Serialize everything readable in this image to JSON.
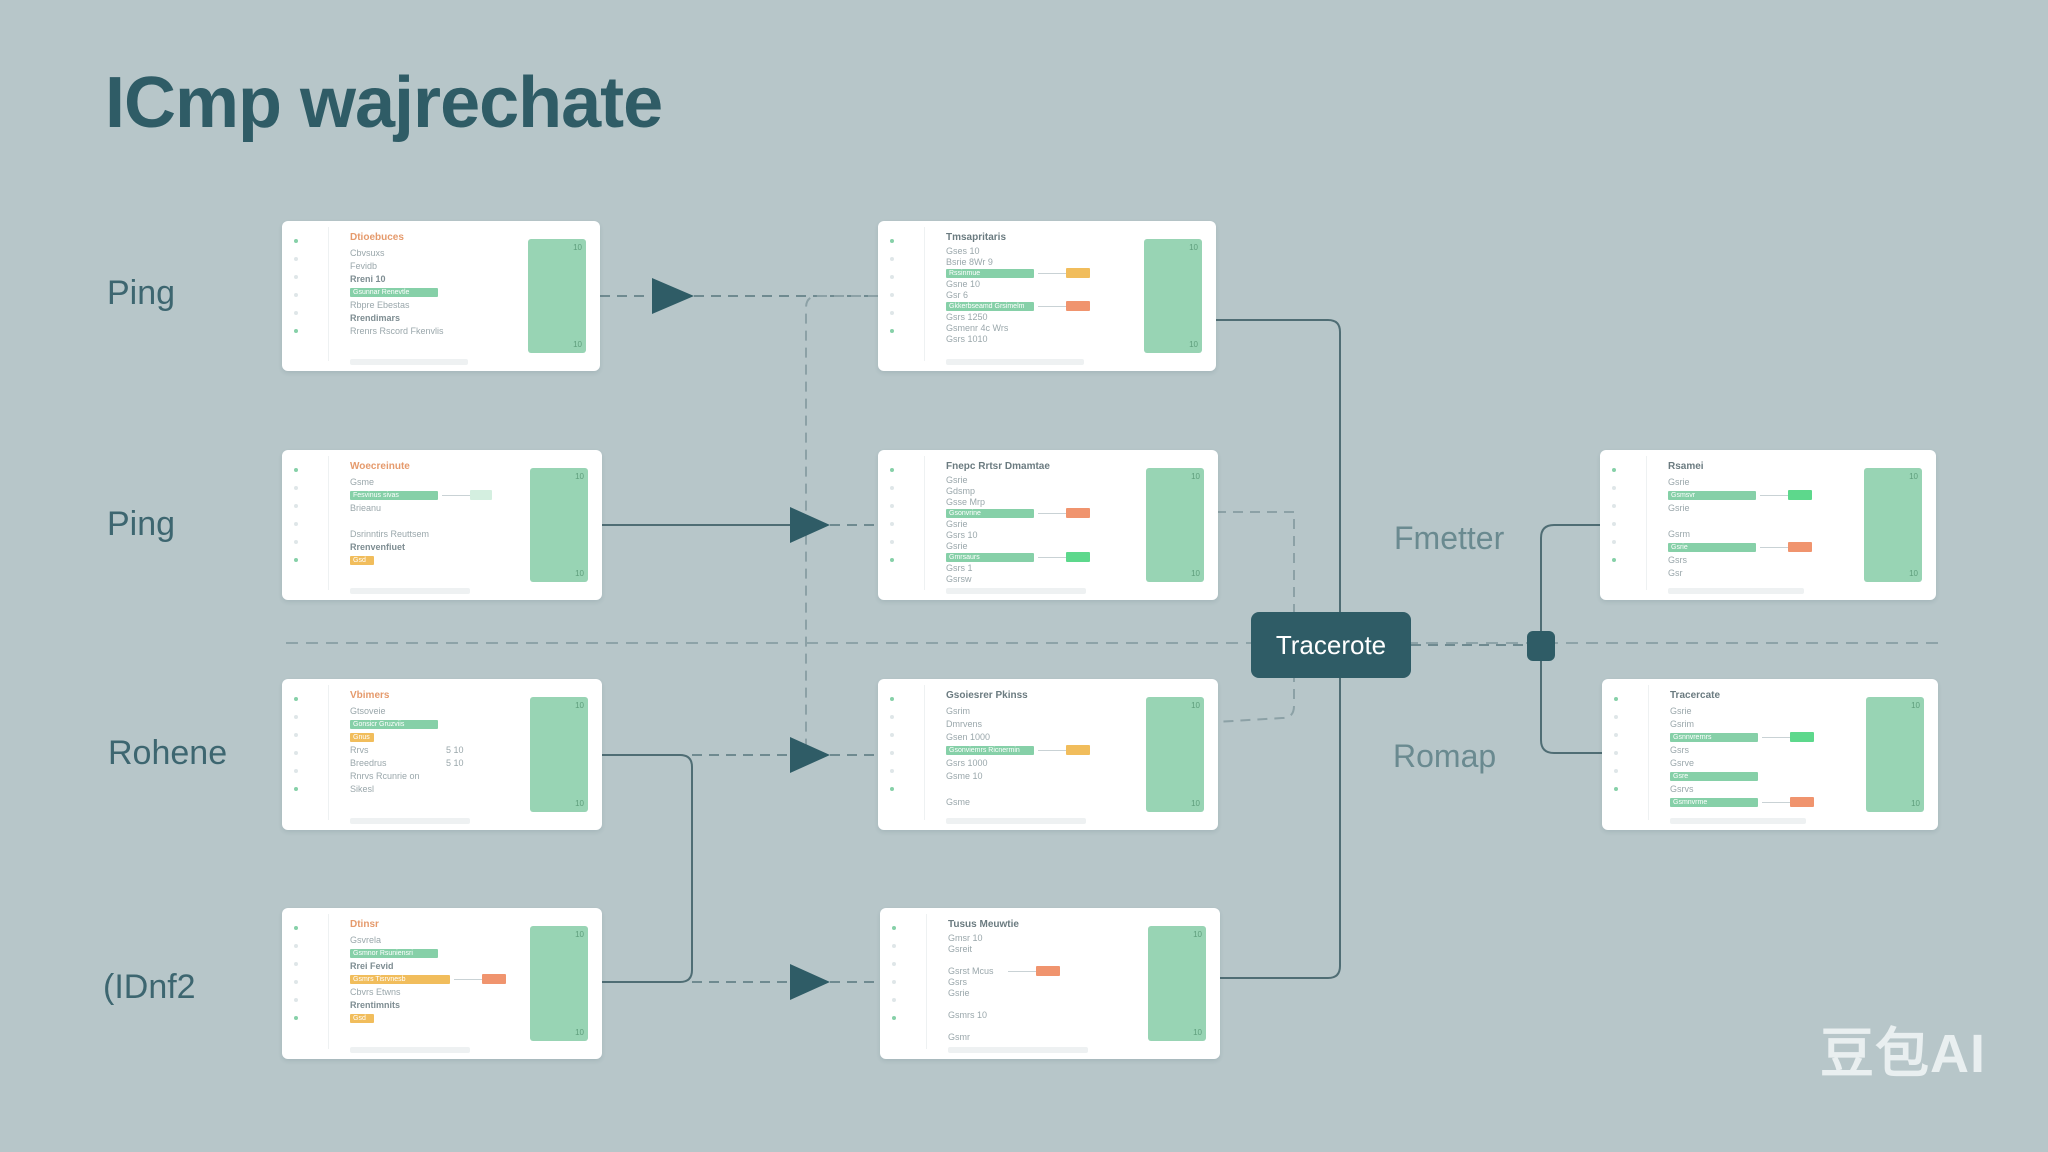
{
  "title": "ICmp wajrechate",
  "row_labels": [
    "Ping",
    "Ping",
    "Rohene",
    "(IDnf2"
  ],
  "right_labels": [
    "Fmetter",
    "Romap"
  ],
  "hub_label": "Tracerote",
  "watermark": "豆包AI",
  "colors": {
    "background": "#b7c6c9",
    "accent_dark": "#2f5c66",
    "green": "#98d4b4",
    "bar_green": "#86d0a8",
    "orange": "#f0946e",
    "yellow": "#f1bd5c",
    "bright_green": "#5dd88c",
    "label_orange": "#e59a6c"
  },
  "gauge_top": "10",
  "gauge_bottom": "10",
  "cards": {
    "l1": {
      "head": "Dtioebuces",
      "lines": [
        {
          "text": "Cbvsuxs",
          "bar": null
        },
        {
          "text": "Fevidb",
          "bar": null
        },
        {
          "text": "Rreni 10",
          "strong": true,
          "bar": null
        },
        {
          "text": "",
          "bar": "green",
          "bar_text": "Gsunnar Renevtle"
        },
        {
          "text": "Rbpre Ebestas",
          "bar": null
        },
        {
          "text": "Rrendimars",
          "strong": true,
          "bar": null
        },
        {
          "text": "Rrenrs Rscord Fkenvlis",
          "bar": null
        }
      ]
    },
    "l2": {
      "head": "Woecreinute",
      "lines": [
        {
          "text": "Gsme",
          "bar": null
        },
        {
          "text": "",
          "bar": "green",
          "bar_text": "Fesvinus sivas",
          "tail": "light"
        },
        {
          "text": "Brieanu",
          "bar": null
        },
        {
          "text": "",
          "bar": null
        },
        {
          "text": "Dsrinntirs Reuttsem",
          "bar": null
        },
        {
          "text": "Rrenvenfiuet",
          "strong": true,
          "bar": null
        },
        {
          "text": "",
          "bar": "yellow",
          "bar_text": "Gsd"
        }
      ]
    },
    "l3": {
      "head": "Vbimers",
      "lines": [
        {
          "text": "Gtsoveie",
          "bar": null
        },
        {
          "text": "",
          "bar": "green",
          "bar_text": "Gonsicr Gruzviis"
        },
        {
          "text": "",
          "bar": "yellow",
          "bar_text": "Gnus"
        },
        {
          "text": "Rrvs",
          "bar": null,
          "note": "5 10"
        },
        {
          "text": "Breedrus",
          "bar": null,
          "note": "5 10"
        },
        {
          "text": "Rnrvs Rcunrie on",
          "bar": null
        },
        {
          "text": "Sikesl",
          "bar": null
        }
      ]
    },
    "l4": {
      "head": "Dtinsr",
      "lines": [
        {
          "text": "Gsvrela",
          "bar": null
        },
        {
          "text": "",
          "bar": "green",
          "bar_text": "Gsmnor Rsuniensri"
        },
        {
          "text": "Rrei Fevid",
          "strong": true,
          "bar": null
        },
        {
          "text": "",
          "bar": "yellow",
          "bar_text": "Gsmrs Tisrvnesb",
          "tail": "orange"
        },
        {
          "text": "Cbvrs Etwns",
          "bar": null
        },
        {
          "text": "Rrentimnits",
          "strong": true,
          "bar": null
        },
        {
          "text": "",
          "bar": "yellow",
          "bar_text": "Gsd"
        }
      ]
    },
    "m1": {
      "head": "Tmsapritaris",
      "head_dark": true,
      "lines": [
        {
          "text": "Gses 10",
          "bar": null
        },
        {
          "text": "Bsrie 8Wr 9",
          "bar": null
        },
        {
          "text": "",
          "bar": "green",
          "bar_text": "Rssinmue",
          "tail": "yellow"
        },
        {
          "text": "Gsne 10",
          "bar": null
        },
        {
          "text": "Gsr 6",
          "bar": null
        },
        {
          "text": "",
          "bar": "green",
          "bar_text": "Gkkerbseamd Grsimelm",
          "tail": "orange"
        },
        {
          "text": "Gsrs 1250",
          "bar": null
        },
        {
          "text": "Gsmenr 4c Wrs",
          "bar": null
        },
        {
          "text": "Gsrs 1010",
          "bar": null
        }
      ]
    },
    "m2": {
      "head": "Fnepc Rrtsr Dmamtae",
      "head_dark": true,
      "lines": [
        {
          "text": "Gsrie",
          "bar": null
        },
        {
          "text": "Gdsmp",
          "bar": null
        },
        {
          "text": "Gsse Mrp",
          "bar": null
        },
        {
          "text": "",
          "bar": "green",
          "bar_text": "Gsonvrine",
          "tail": "orange"
        },
        {
          "text": "Gsrie",
          "bar": null
        },
        {
          "text": "Gsrs 10",
          "bar": null
        },
        {
          "text": "Gsrie",
          "bar": null
        },
        {
          "text": "",
          "bar": "green",
          "bar_text": "Gmrsaurs",
          "tail": "green2"
        },
        {
          "text": "Gsrs 1",
          "bar": null
        },
        {
          "text": "Gsrsw",
          "bar": null
        }
      ]
    },
    "m3": {
      "head": "Gsoiesrer Pkinss",
      "head_dark": true,
      "lines": [
        {
          "text": "Gsrim",
          "bar": null
        },
        {
          "text": "Dmrvens",
          "bar": null
        },
        {
          "text": "Gsen 1000",
          "bar": null
        },
        {
          "text": "",
          "bar": "green",
          "bar_text": "Gsonviemrs Ricnermin",
          "tail": "yellow"
        },
        {
          "text": "Gsrs 1000",
          "bar": null
        },
        {
          "text": "Gsme 10",
          "bar": null
        },
        {
          "text": "",
          "bar": null
        },
        {
          "text": "Gsme",
          "bar": null
        }
      ]
    },
    "m4": {
      "head": "Tusus Meuwtie",
      "head_dark": true,
      "lines": [
        {
          "text": "Gmsr 10",
          "bar": null
        },
        {
          "text": "Gsreit",
          "bar": null
        },
        {
          "text": "",
          "bar": null
        },
        {
          "text": "Gsrst Mcus",
          "bar": null,
          "tail": "orange"
        },
        {
          "text": "Gsrs",
          "bar": null
        },
        {
          "text": "Gsrie",
          "bar": null
        },
        {
          "text": "",
          "bar": null
        },
        {
          "text": "Gsmrs 10",
          "bar": null
        },
        {
          "text": "",
          "bar": null
        },
        {
          "text": "Gsmr",
          "bar": null
        }
      ]
    },
    "r1": {
      "head": "Rsamei",
      "head_dark": true,
      "lines": [
        {
          "text": "Gsrie",
          "bar": null
        },
        {
          "text": "",
          "bar": "green",
          "bar_text": "Gsmsvr",
          "tail": "green2"
        },
        {
          "text": "Gsrie",
          "bar": null
        },
        {
          "text": "",
          "bar": null
        },
        {
          "text": "Gsrm",
          "bar": null
        },
        {
          "text": "",
          "bar": "green",
          "bar_text": "Gsrie",
          "tail": "orange"
        },
        {
          "text": "Gsrs",
          "bar": null
        },
        {
          "text": "Gsr",
          "bar": null
        }
      ]
    },
    "r2": {
      "head": "Tracercate",
      "head_dark": true,
      "lines": [
        {
          "text": "Gsrie",
          "bar": null
        },
        {
          "text": "Gsrim",
          "bar": null
        },
        {
          "text": "",
          "bar": "green",
          "bar_text": "Gsnnvrernrs",
          "tail": "green2"
        },
        {
          "text": "Gsrs",
          "bar": null
        },
        {
          "text": "Gsrve",
          "bar": null
        },
        {
          "text": "",
          "bar": "green",
          "bar_text": "Gsre"
        },
        {
          "text": "Gsrvs",
          "bar": null
        },
        {
          "text": "",
          "bar": "green",
          "bar_text": "Gsmnvrme",
          "tail": "orange"
        }
      ]
    }
  }
}
